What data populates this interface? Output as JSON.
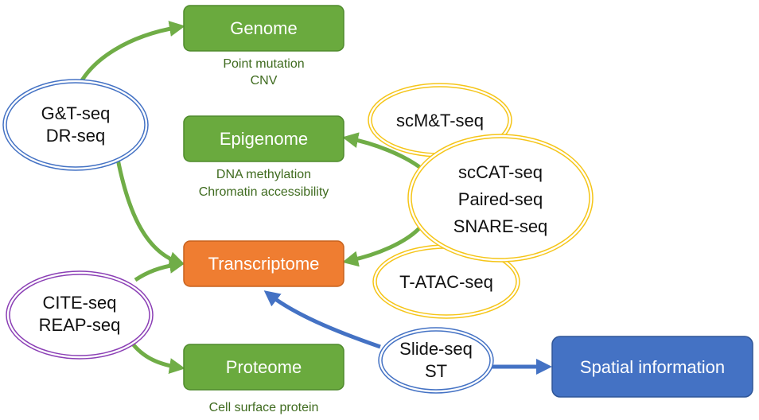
{
  "colors": {
    "green_box": "#6aaa3e",
    "green_box_border": "#4e8a2c",
    "orange_box": "#ef7d31",
    "orange_box_border": "#c7621d",
    "blue_box": "#4472c4",
    "blue_box_border": "#2f5597",
    "green_arrow": "#70ad47",
    "blue_arrow": "#4472c4",
    "blue_ellipse": "#4472c4",
    "purple_ellipse": "#8b3fb5",
    "yellow_ellipse": "#f5c518",
    "sub_text": "#3f6b1f"
  },
  "boxes": {
    "genome": {
      "label": "Genome",
      "sub": [
        "Point mutation",
        "CNV"
      ]
    },
    "epigenome": {
      "label": "Epigenome",
      "sub": [
        "DNA methylation",
        "Chromatin accessibility"
      ]
    },
    "transcriptome": {
      "label": "Transcriptome"
    },
    "proteome": {
      "label": "Proteome",
      "sub": [
        "Cell surface protein"
      ]
    },
    "spatial": {
      "label": "Spatial information"
    }
  },
  "methods": {
    "gt": [
      "G&T-seq",
      "DR-seq"
    ],
    "cite": [
      "CITE-seq",
      "REAP-seq"
    ],
    "scmt": [
      "scM&T-seq"
    ],
    "sccat": [
      "scCAT-seq",
      "Paired-seq",
      "SNARE-seq"
    ],
    "tatac": [
      "T-ATAC-seq"
    ],
    "slide": [
      "Slide-seq",
      "ST"
    ]
  }
}
